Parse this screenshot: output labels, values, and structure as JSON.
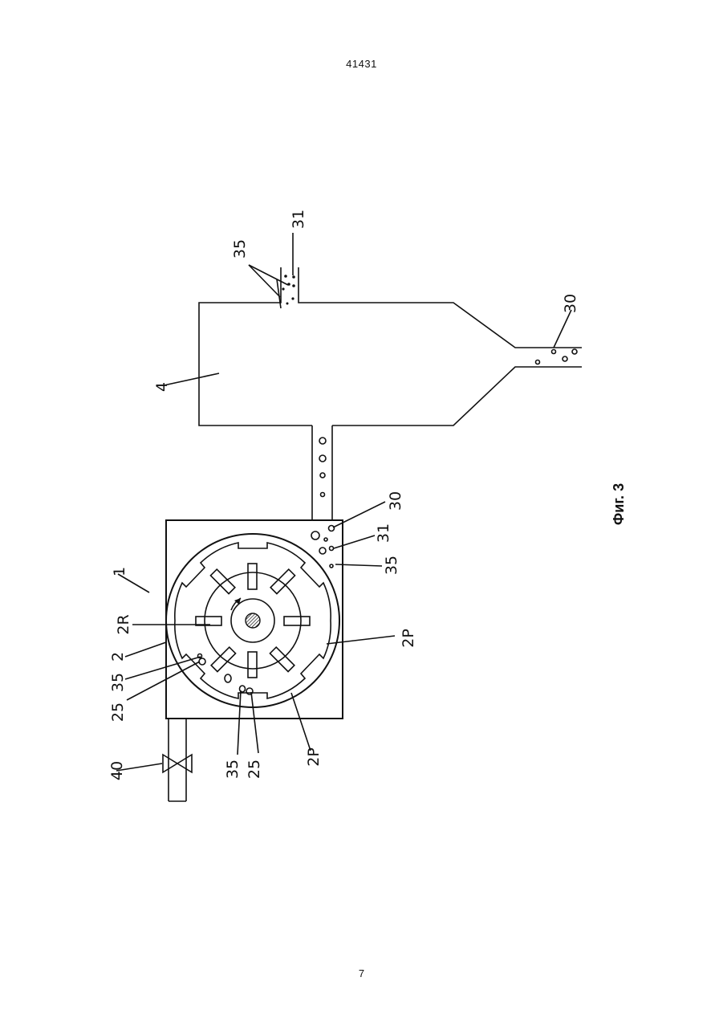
{
  "header": {
    "document_number": "41431"
  },
  "footer": {
    "page_number": "7"
  },
  "figure": {
    "caption": "Фиг. 3",
    "labels": {
      "apparatus": "1",
      "housing": "2",
      "rotor": "2R",
      "stator_right": "2P",
      "stator_bottom": "2P",
      "particle_35_left": "35",
      "particle_25_left": "25",
      "particle_35_bottom": "35",
      "particle_25_bottom": "25",
      "valve": "40",
      "separator": "4",
      "fraction_30_housing": "30",
      "fraction_31_housing": "31",
      "fraction_35_housing": "35",
      "outlet_30": "30",
      "outlet_31": "31",
      "outlet_35": "35"
    }
  }
}
